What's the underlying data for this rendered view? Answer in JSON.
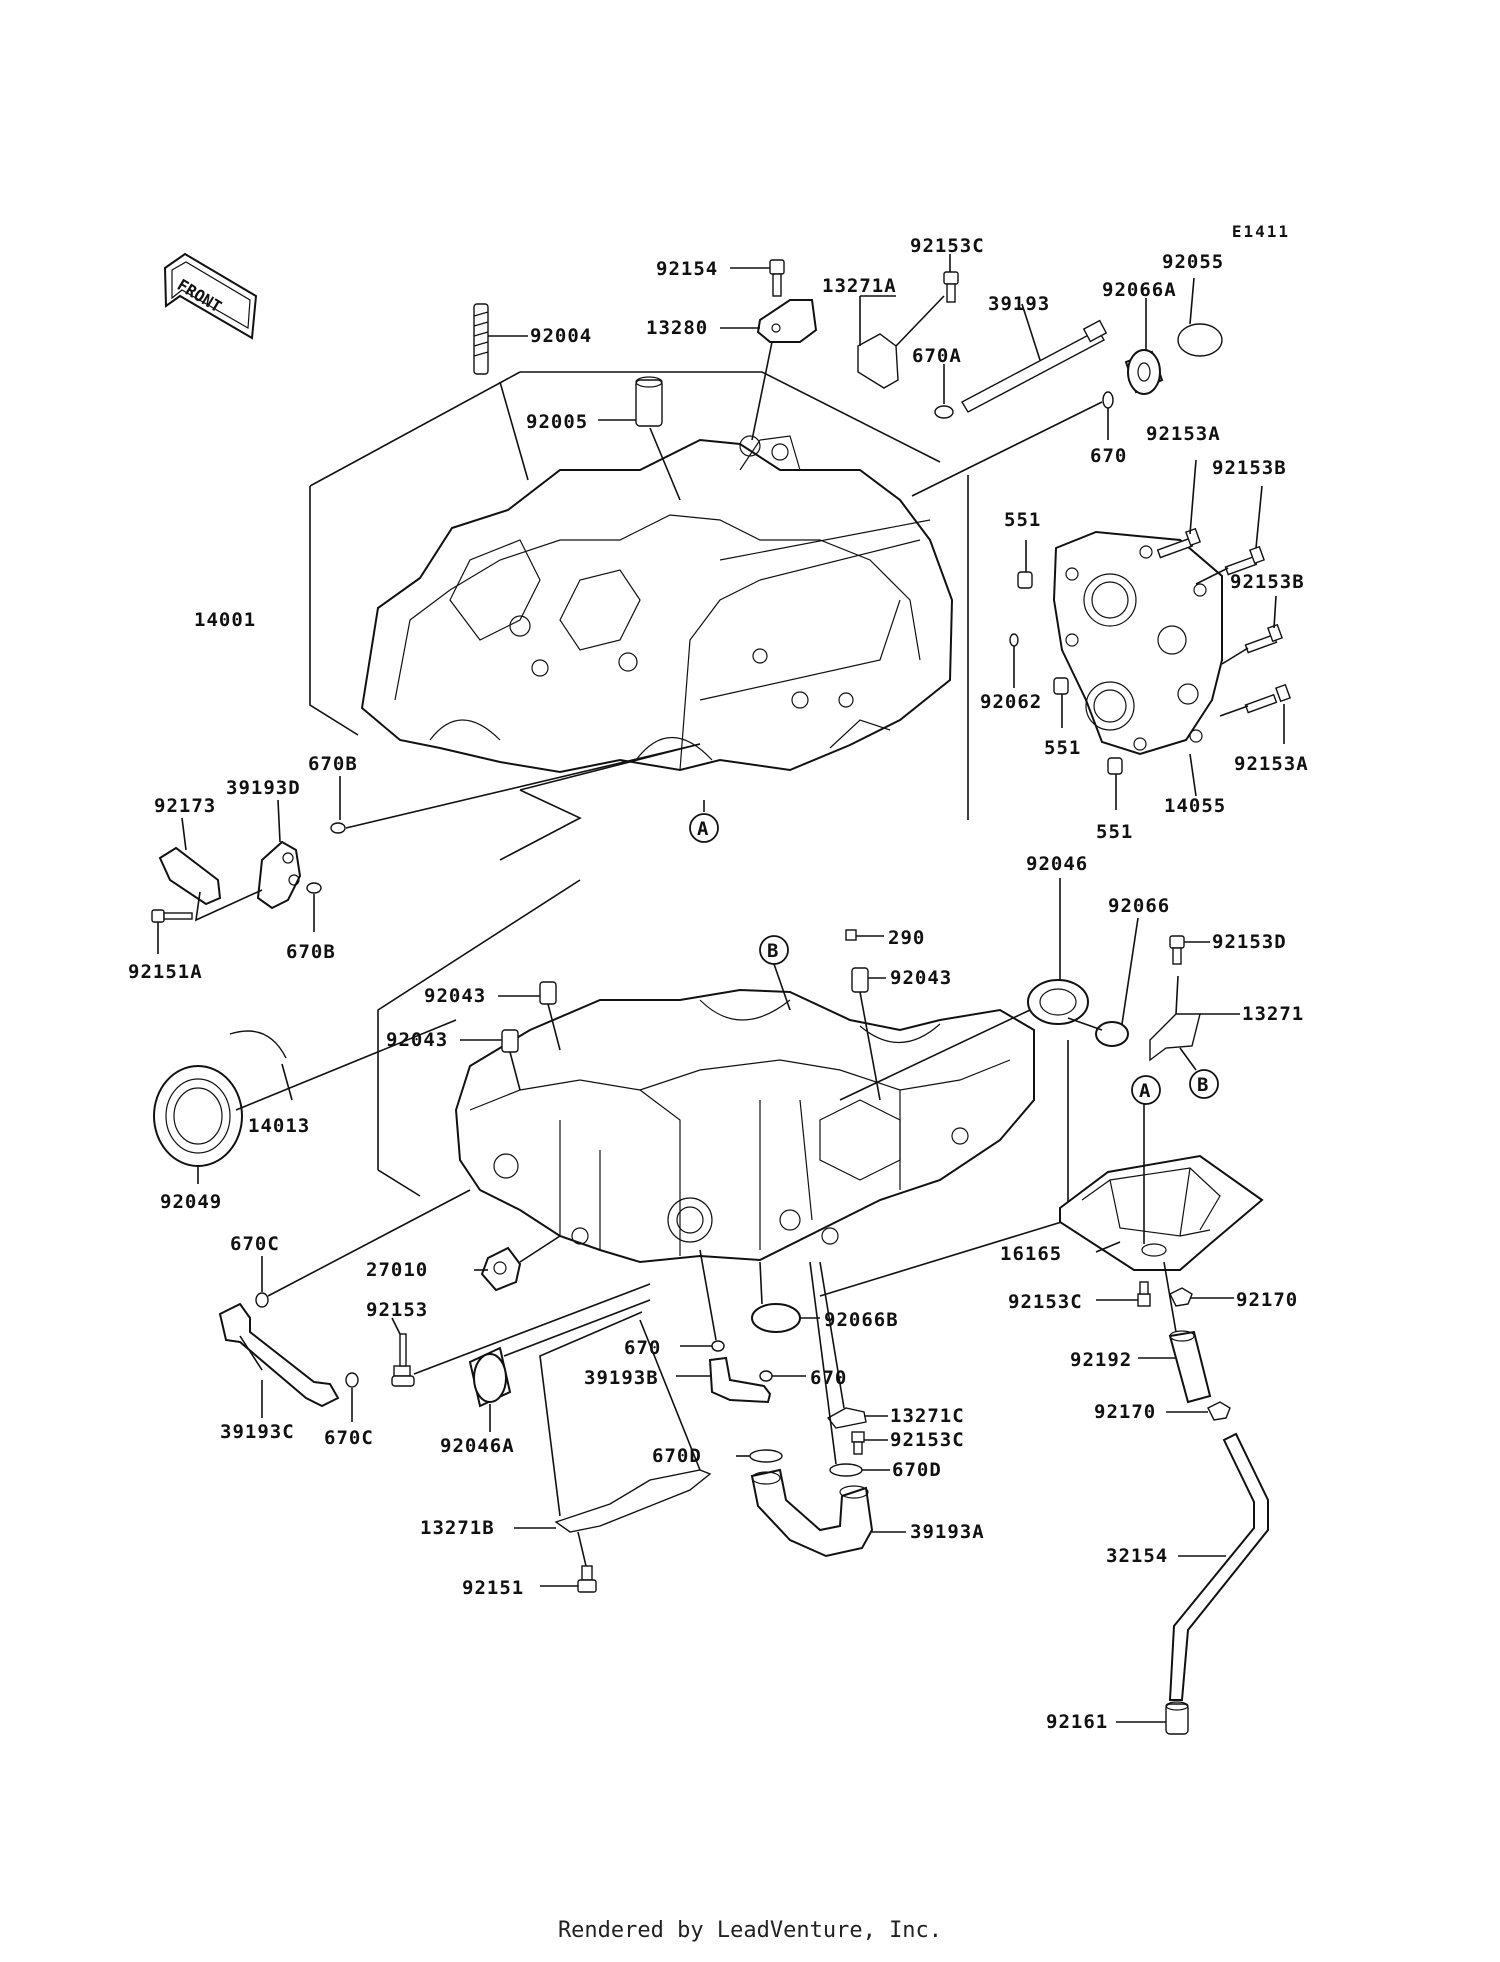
{
  "diagram": {
    "ref_code": "E1411",
    "front_label": "FRONT",
    "footer": "Rendered by LeadVenture, Inc."
  },
  "labels": [
    {
      "id": "92154",
      "text": "92154"
    },
    {
      "id": "92153C-top",
      "text": "92153C"
    },
    {
      "id": "13271A",
      "text": "13271A"
    },
    {
      "id": "13280",
      "text": "13280"
    },
    {
      "id": "92004",
      "text": "92004"
    },
    {
      "id": "39193",
      "text": "39193"
    },
    {
      "id": "92066A",
      "text": "92066A"
    },
    {
      "id": "92055",
      "text": "92055"
    },
    {
      "id": "670A",
      "text": "670A"
    },
    {
      "id": "92005",
      "text": "92005"
    },
    {
      "id": "670-top",
      "text": "670"
    },
    {
      "id": "92153A-top",
      "text": "92153A"
    },
    {
      "id": "92153B-top",
      "text": "92153B"
    },
    {
      "id": "551-top",
      "text": "551"
    },
    {
      "id": "92153B-mid",
      "text": "92153B"
    },
    {
      "id": "14001",
      "text": "14001"
    },
    {
      "id": "92062",
      "text": "92062"
    },
    {
      "id": "551-mid",
      "text": "551"
    },
    {
      "id": "92153A-mid",
      "text": "92153A"
    },
    {
      "id": "14055",
      "text": "14055"
    },
    {
      "id": "551-bot",
      "text": "551"
    },
    {
      "id": "670B-top",
      "text": "670B"
    },
    {
      "id": "39193D",
      "text": "39193D"
    },
    {
      "id": "92173",
      "text": "92173"
    },
    {
      "id": "92151A",
      "text": "92151A"
    },
    {
      "id": "670B-bot",
      "text": "670B"
    },
    {
      "id": "92046",
      "text": "92046"
    },
    {
      "id": "92066",
      "text": "92066"
    },
    {
      "id": "290",
      "text": "290"
    },
    {
      "id": "92043-right",
      "text": "92043"
    },
    {
      "id": "92043-left1",
      "text": "92043"
    },
    {
      "id": "92043-left2",
      "text": "92043"
    },
    {
      "id": "92153D",
      "text": "92153D"
    },
    {
      "id": "13271",
      "text": "13271"
    },
    {
      "id": "14013",
      "text": "14013"
    },
    {
      "id": "92049",
      "text": "92049"
    },
    {
      "id": "16165",
      "text": "16165"
    },
    {
      "id": "670C-top",
      "text": "670C"
    },
    {
      "id": "27010",
      "text": "27010"
    },
    {
      "id": "92153",
      "text": "92153"
    },
    {
      "id": "92066B",
      "text": "92066B"
    },
    {
      "id": "92153C-right",
      "text": "92153C"
    },
    {
      "id": "92170-top",
      "text": "92170"
    },
    {
      "id": "670-mid",
      "text": "670"
    },
    {
      "id": "39193B",
      "text": "39193B"
    },
    {
      "id": "670-right",
      "text": "670"
    },
    {
      "id": "92192",
      "text": "92192"
    },
    {
      "id": "39193C",
      "text": "39193C"
    },
    {
      "id": "670C-bot",
      "text": "670C"
    },
    {
      "id": "92046A",
      "text": "92046A"
    },
    {
      "id": "13271C",
      "text": "13271C"
    },
    {
      "id": "92153C-bot",
      "text": "92153C"
    },
    {
      "id": "92170-bot",
      "text": "92170"
    },
    {
      "id": "670D-left",
      "text": "670D"
    },
    {
      "id": "670D-right",
      "text": "670D"
    },
    {
      "id": "13271B",
      "text": "13271B"
    },
    {
      "id": "39193A",
      "text": "39193A"
    },
    {
      "id": "32154",
      "text": "32154"
    },
    {
      "id": "92151",
      "text": "92151"
    },
    {
      "id": "92161",
      "text": "92161"
    }
  ],
  "callouts": [
    {
      "id": "A-top",
      "text": "A"
    },
    {
      "id": "B-left",
      "text": "B"
    },
    {
      "id": "B-right",
      "text": "B"
    },
    {
      "id": "A-right",
      "text": "A"
    }
  ]
}
